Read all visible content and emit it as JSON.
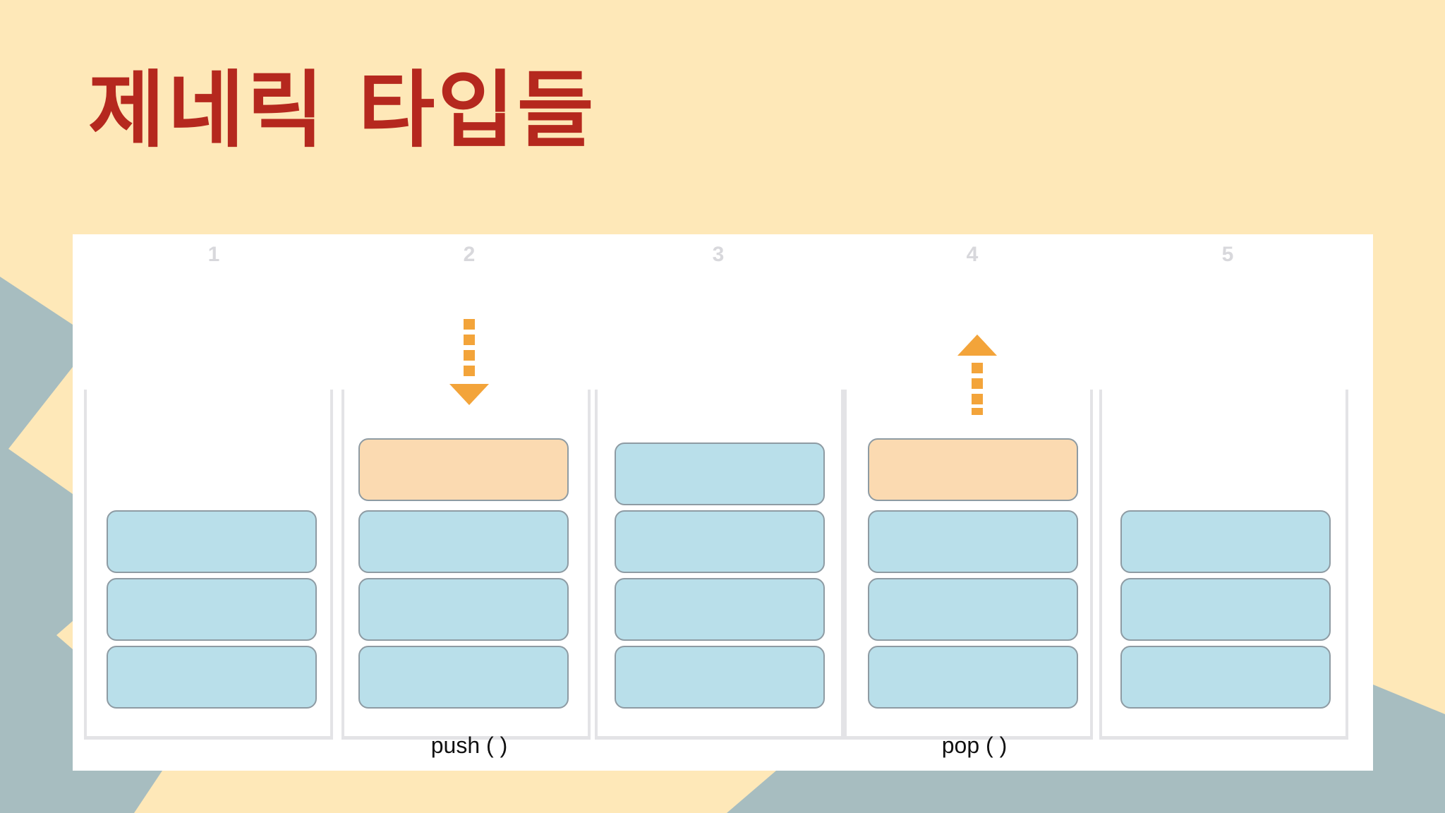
{
  "slide": {
    "title": "제네릭 타입들",
    "colors": {
      "background": "#FEE8B8",
      "shape": "#A7BDC0",
      "title": "#B5281E",
      "block": "#B9DFEA",
      "highlight_block": "#FBDAB1",
      "arrow": "#F3A43A"
    }
  },
  "diagram": {
    "steps": [
      {
        "number": "1",
        "stack_size": 3
      },
      {
        "number": "2",
        "stack_size": 4,
        "operation": "push ( )",
        "arrow": "down"
      },
      {
        "number": "3",
        "stack_size": 4
      },
      {
        "number": "4",
        "stack_size": 4,
        "operation": "pop ( )",
        "arrow": "up"
      },
      {
        "number": "5",
        "stack_size": 3
      }
    ]
  }
}
